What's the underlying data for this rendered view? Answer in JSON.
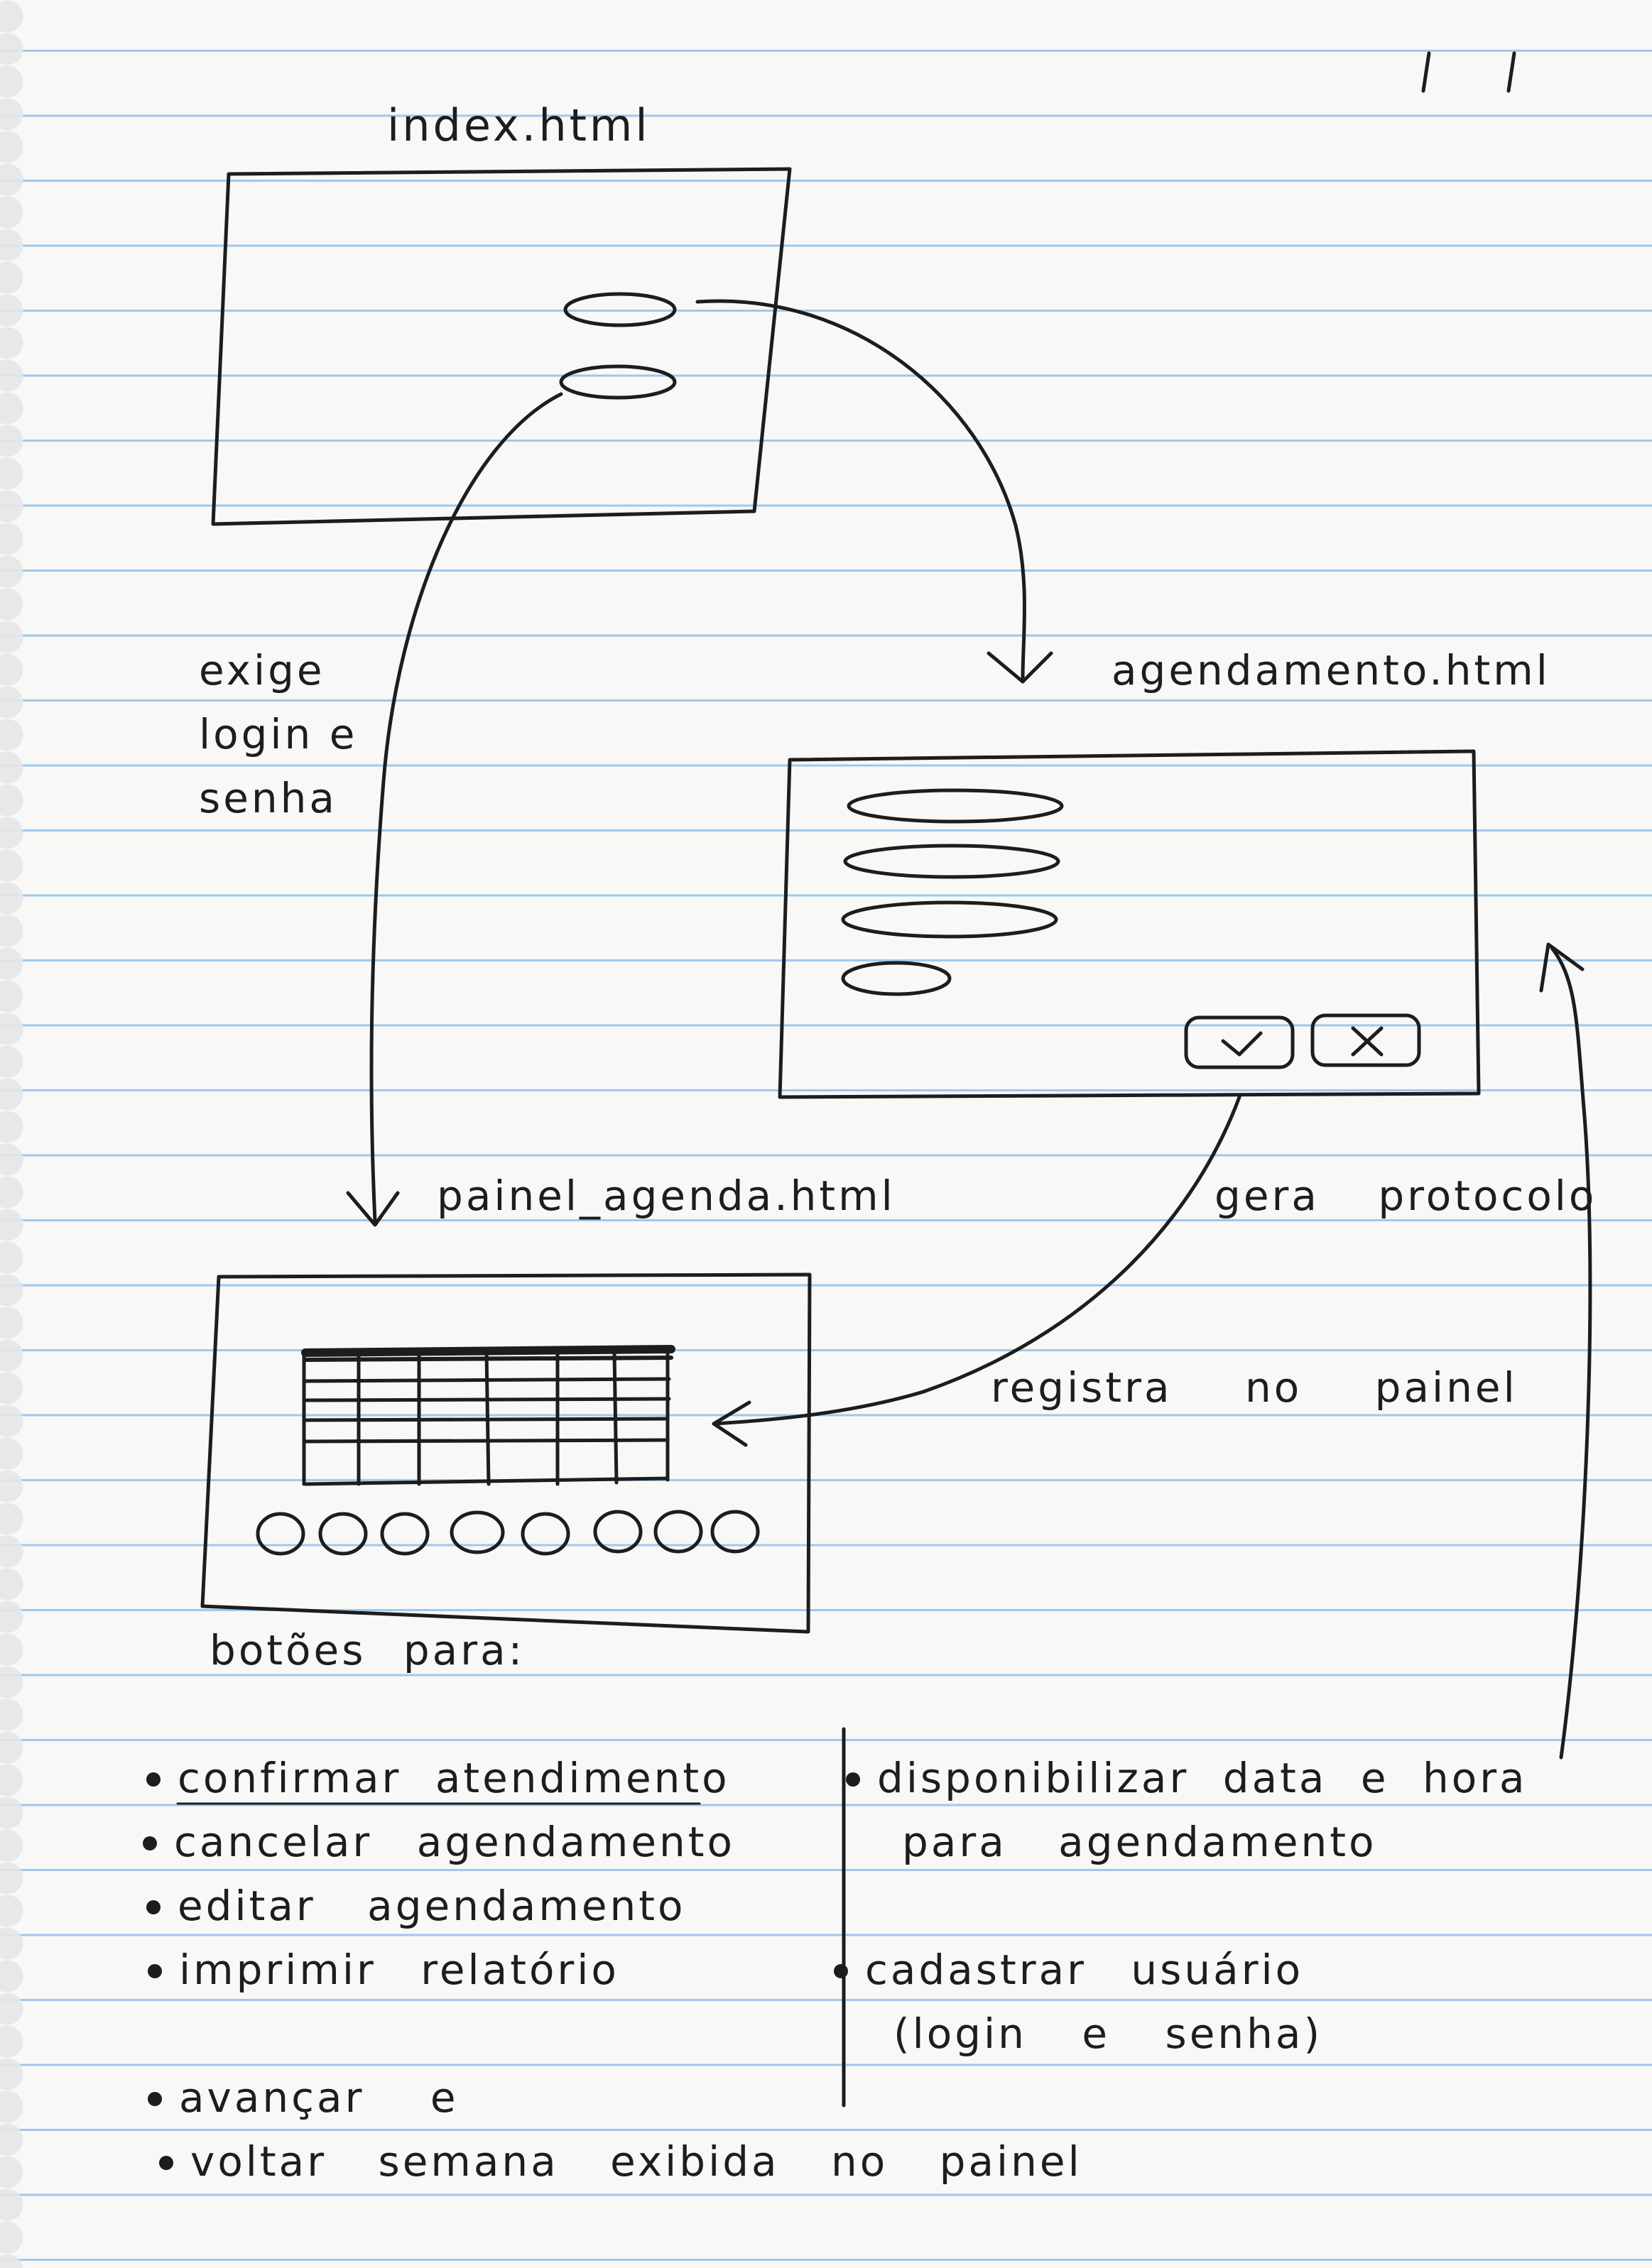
{
  "pages": {
    "index": "index.html",
    "agendamento": "agendamento.html",
    "painel": "painel_agenda.html"
  },
  "annotations": {
    "login_required": [
      "exige",
      "login e",
      "senha"
    ],
    "gera_protocolo": "gera protocolo",
    "registra_painel": "registra no painel"
  },
  "buttons_heading": "botões para:",
  "left_list": [
    "confirmar atendimento",
    "cancelar agendamento",
    "editar agendamento",
    "imprimir relatório",
    "avançar e",
    "voltar semana exibida no painel"
  ],
  "right_list": {
    "item1_line1": "disponibilizar data e hora",
    "item1_line2": "para agendamento",
    "item2_line1": "cadastrar usuário",
    "item2_line2": "(login e senha)"
  },
  "date_marks": "/ /",
  "icons": {
    "confirm": "check-icon",
    "cancel": "x-icon"
  },
  "colors": {
    "ink": "#1d1d1d",
    "rule_line": "#9ec8ee",
    "paper": "#f8f8f6"
  }
}
